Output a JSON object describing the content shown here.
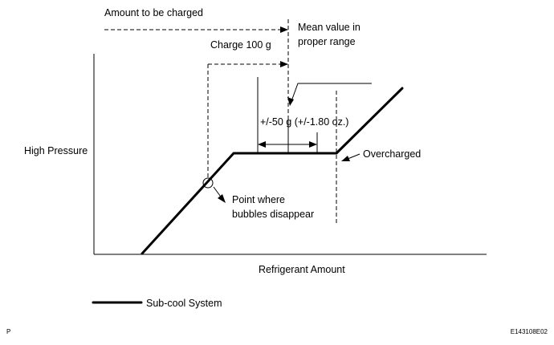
{
  "labels": {
    "amount_to_be_charged": "Amount to be charged",
    "mean_value_line1": "Mean value in",
    "mean_value_line2": "proper range",
    "charge_100g": "Charge 100 g",
    "tolerance": "+/-50 g (+/-1.80 oz.)",
    "high_pressure": "High Pressure",
    "overcharged": "Overcharged",
    "point_where_line1": "Point where",
    "point_where_line2": "bubbles disappear",
    "refrigerant_amount": "Refrigerant Amount",
    "legend_sub_cool": "Sub-cool System",
    "corner_p": "P",
    "figure_code": "E143108E02"
  }
}
